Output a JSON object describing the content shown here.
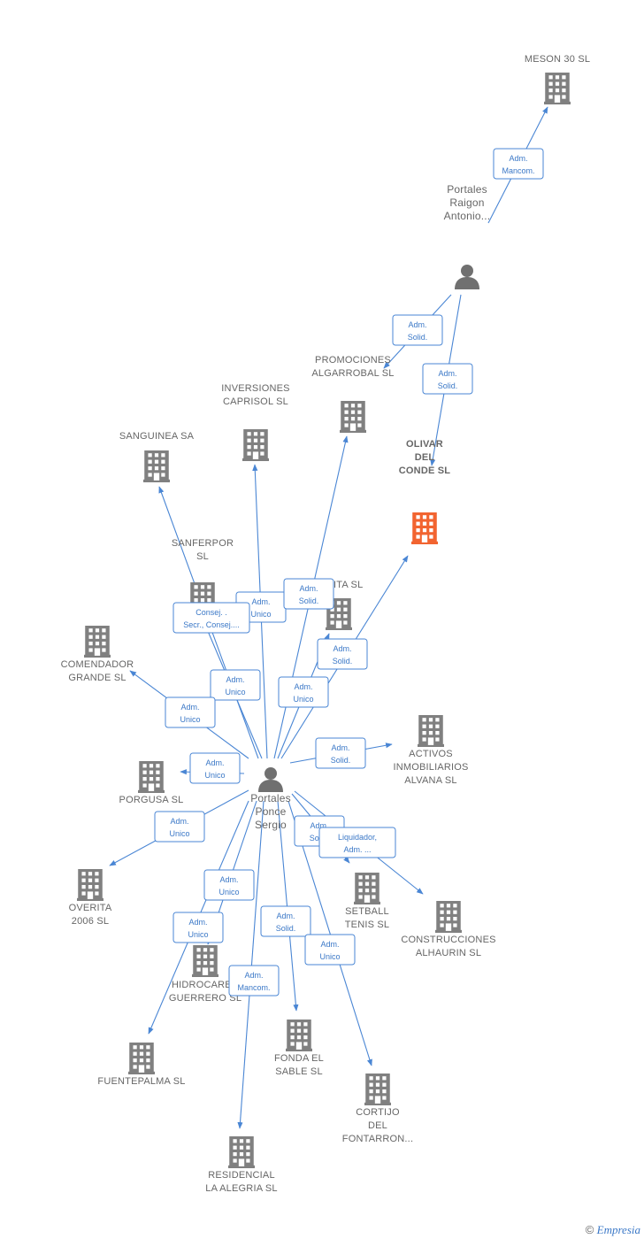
{
  "colors": {
    "edge": "#4a86d4",
    "building": "#808080",
    "highlight": "#f26430",
    "person": "#707070"
  },
  "nodes": [
    {
      "id": "meson",
      "type": "company",
      "lines": [
        "MESON 30 SL"
      ]
    },
    {
      "id": "raigon",
      "type": "person",
      "lines": [
        "Portales",
        "Raigon",
        "Antonio..."
      ]
    },
    {
      "id": "promociones",
      "type": "company",
      "lines": [
        "PROMOCIONES",
        "ALGARROBAL SL"
      ]
    },
    {
      "id": "olivar",
      "type": "company",
      "highlight": true,
      "lines": [
        "OLIVAR",
        "DEL",
        "CONDE SL"
      ]
    },
    {
      "id": "inversiones",
      "type": "company",
      "lines": [
        "INVERSIONES",
        "CAPRISOL  SL"
      ]
    },
    {
      "id": "sanguinea",
      "type": "company",
      "lines": [
        "SANGUINEA SA"
      ]
    },
    {
      "id": "sanferpor",
      "type": "company",
      "lines": [
        "SANFERPOR",
        "SL"
      ]
    },
    {
      "id": "jadita",
      "type": "company",
      "lines": [
        "JADITA SL"
      ]
    },
    {
      "id": "comendador",
      "type": "company",
      "lines": [
        "COMENDADOR",
        "GRANDE SL"
      ]
    },
    {
      "id": "activos",
      "type": "company",
      "lines": [
        "ACTIVOS",
        "INMOBILIARIOS",
        "ALVANA SL"
      ]
    },
    {
      "id": "porgusa",
      "type": "company",
      "lines": [
        "PORGUSA SL"
      ]
    },
    {
      "id": "sergio",
      "type": "person",
      "lines": [
        "Portales",
        "Ponce",
        "Sergio"
      ]
    },
    {
      "id": "overita",
      "type": "company",
      "lines": [
        "OVERITA",
        "2006  SL"
      ]
    },
    {
      "id": "setball",
      "type": "company",
      "lines": [
        "SETBALL",
        "TENIS SL"
      ]
    },
    {
      "id": "construcciones",
      "type": "company",
      "lines": [
        "CONSTRUCCIONES",
        "ALHAURIN SL"
      ]
    },
    {
      "id": "hidrocarbu",
      "type": "company",
      "lines": [
        "HIDROCARBU",
        "GUERRERO SL"
      ]
    },
    {
      "id": "fuentepalma",
      "type": "company",
      "lines": [
        "FUENTEPALMA SL"
      ]
    },
    {
      "id": "fonda",
      "type": "company",
      "lines": [
        "FONDA EL",
        "SABLE SL"
      ]
    },
    {
      "id": "cortijo",
      "type": "company",
      "lines": [
        "CORTIJO",
        "DEL",
        "FONTARRON..."
      ]
    },
    {
      "id": "residencial",
      "type": "company",
      "lines": [
        "RESIDENCIAL",
        "LA ALEGRIA SL"
      ]
    }
  ],
  "relations": [
    {
      "from": "raigon",
      "to": "meson",
      "lines": [
        "Adm.",
        "Mancom."
      ]
    },
    {
      "from": "raigon",
      "to": "promociones",
      "lines": [
        "Adm.",
        "Solid."
      ]
    },
    {
      "from": "raigon",
      "to": "olivar",
      "lines": [
        "Adm.",
        "Solid."
      ]
    },
    {
      "from": "sergio",
      "to": "inversiones",
      "lines": [
        "Adm.",
        "Unico"
      ]
    },
    {
      "from": "sergio",
      "to": "promociones",
      "lines": [
        "Adm.",
        "Solid."
      ]
    },
    {
      "from": "sergio",
      "to": "sanferpor",
      "lines": [
        "Consej. .",
        "Secr., Consej...."
      ]
    },
    {
      "from": "sergio",
      "to": "sanguinea",
      "lines": [
        "Adm.",
        "Unico"
      ]
    },
    {
      "from": "sergio",
      "to": "jadita",
      "lines": [
        "Adm.",
        "Unico"
      ]
    },
    {
      "from": "sergio",
      "to": "olivar",
      "lines": [
        "Adm.",
        "Solid."
      ]
    },
    {
      "from": "sergio",
      "to": "comendador",
      "lines": [
        "Adm.",
        "Unico"
      ]
    },
    {
      "from": "sergio",
      "to": "porgusa",
      "lines": [
        "Adm.",
        "Unico"
      ]
    },
    {
      "from": "sergio",
      "to": "activos",
      "lines": [
        "Adm.",
        "Solid."
      ]
    },
    {
      "from": "sergio",
      "to": "overita",
      "lines": [
        "Adm.",
        "Unico"
      ]
    },
    {
      "from": "sergio",
      "to": "setball",
      "lines": [
        "Adm.",
        "Solid."
      ]
    },
    {
      "from": "sergio",
      "to": "construcciones",
      "lines": [
        "Liquidador,",
        "Adm. ..."
      ]
    },
    {
      "from": "sergio",
      "to": "hidrocarbu",
      "lines": [
        "Adm.",
        "Unico"
      ]
    },
    {
      "from": "sergio",
      "to": "fuentepalma",
      "lines": [
        "Adm.",
        "Unico"
      ]
    },
    {
      "from": "sergio",
      "to": "fonda",
      "lines": [
        "Adm.",
        "Solid."
      ]
    },
    {
      "from": "sergio",
      "to": "cortijo",
      "lines": [
        "Adm.",
        "Unico"
      ]
    },
    {
      "from": "sergio",
      "to": "residencial",
      "lines": [
        "Adm.",
        "Mancom."
      ]
    }
  ],
  "footer": {
    "copyright": "©",
    "brand": "Empresia"
  }
}
